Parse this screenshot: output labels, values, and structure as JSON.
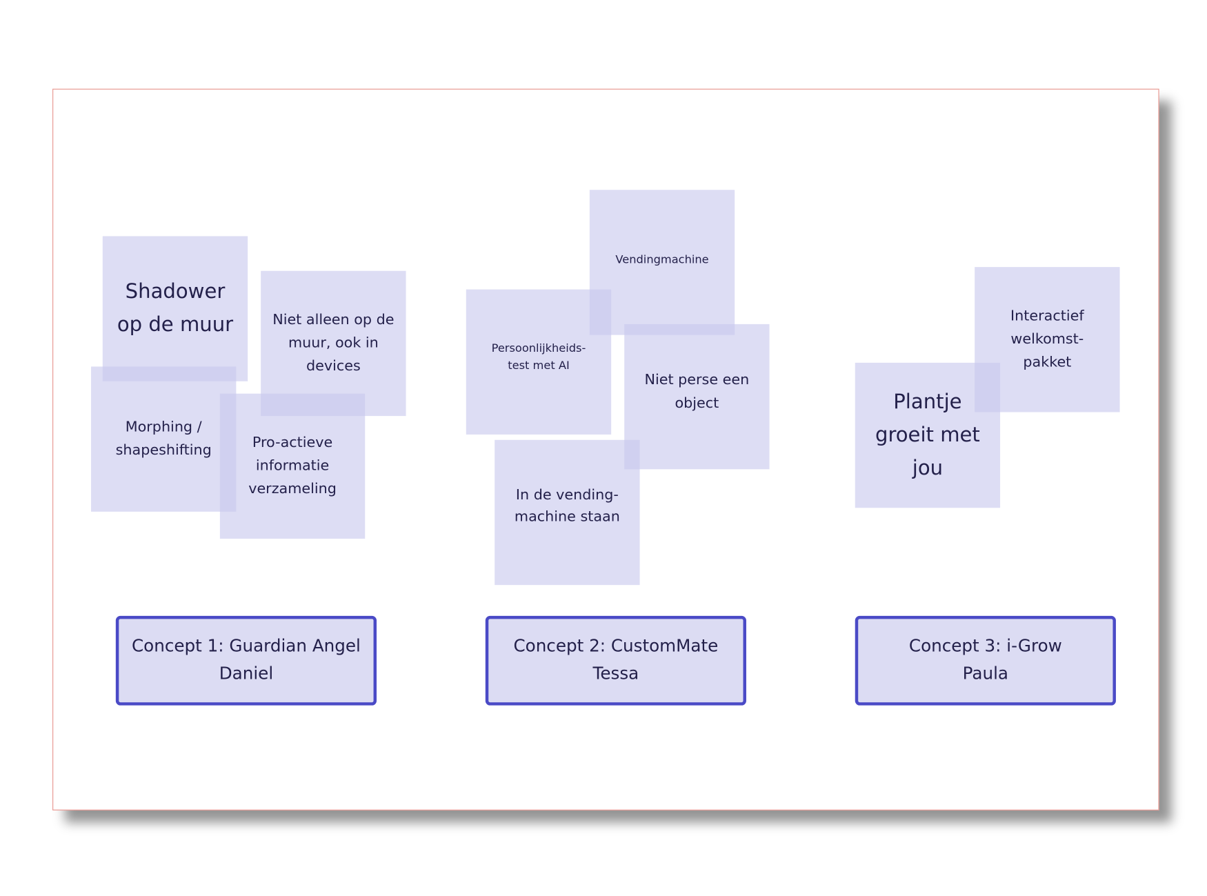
{
  "notes": {
    "shadower": "Shadower op de muur",
    "niet_alleen": "Niet alleen op de muur, ook in devices",
    "morphing": "Morphing / shapeshifting",
    "proactieve": "Pro-actieve informatie verzameling",
    "vendingmachine": "Vendingmachine",
    "persoonlijkheids": "Persoonlijkheids-test met AI",
    "niet_perse": "Niet perse een object",
    "in_de_vending": "In de vending-machine staan",
    "interactief": "Interactief welkomst-pakket",
    "plantje": "Plantje groeit met jou"
  },
  "concepts": {
    "c1": {
      "title": "Concept 1: Guardian Angel",
      "owner": "Daniel"
    },
    "c2": {
      "title": "Concept 2: CustomMate",
      "owner": "Tessa"
    },
    "c3": {
      "title": "Concept 3: i-Grow",
      "owner": "Paula"
    }
  },
  "colors": {
    "note_fill": "#c8c8ee",
    "concept_border": "#4a4ac6",
    "frame_border": "#e8938c",
    "text": "#23204a"
  }
}
